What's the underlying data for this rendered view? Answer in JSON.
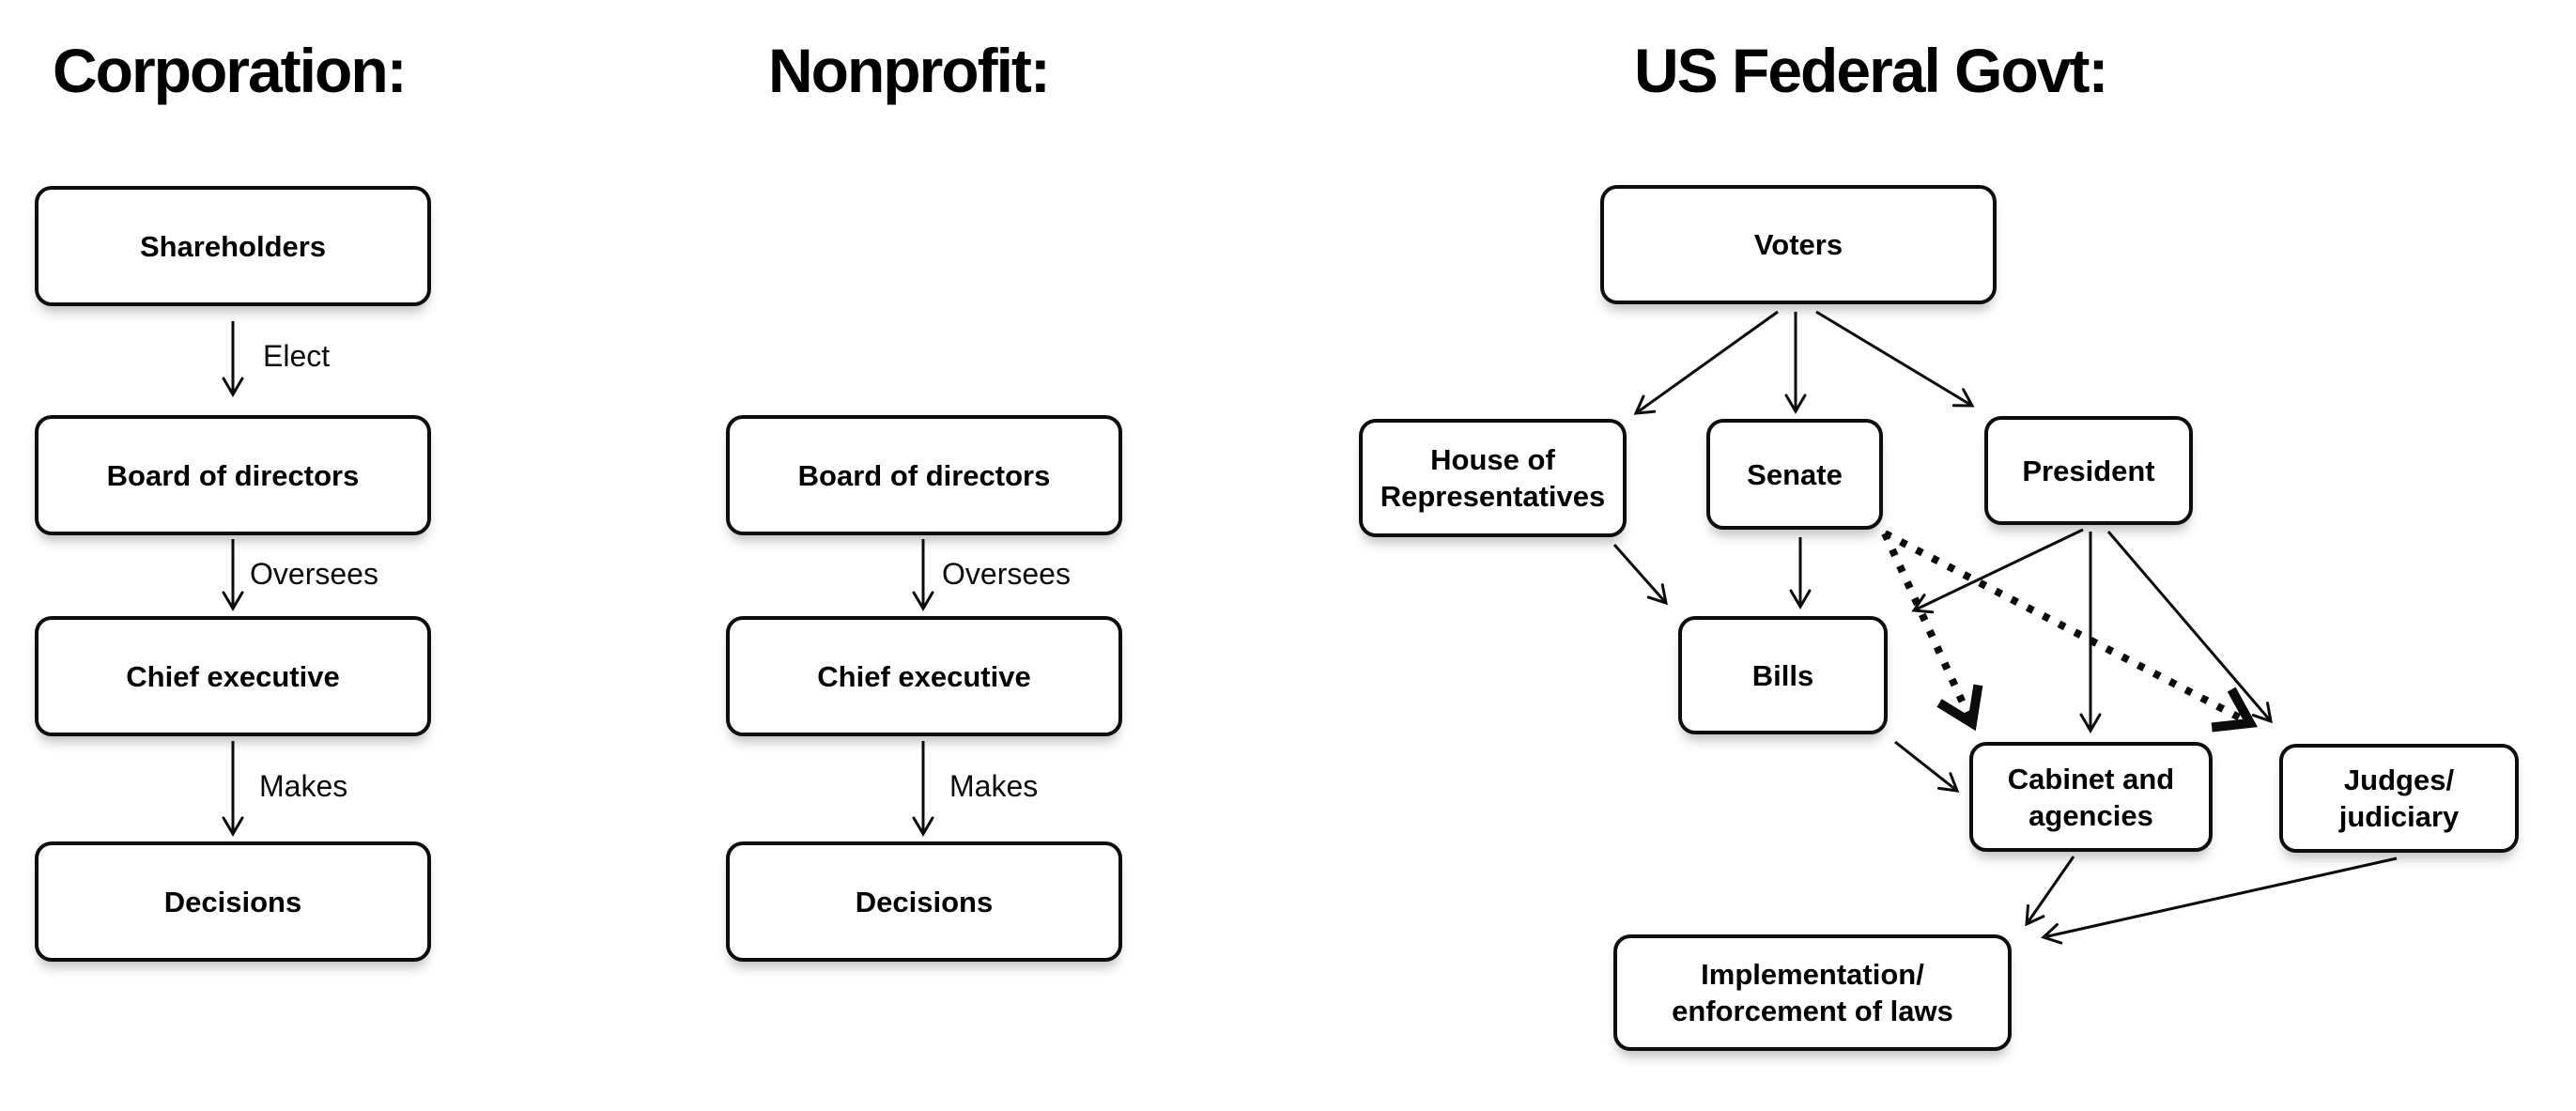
{
  "canvas": {
    "background_color": "#ffffff",
    "line_color": "#0b0b0b",
    "box_fill": "#ffffff",
    "box_border_color": "#0d0d0d"
  },
  "corporation": {
    "title": "Corporation:",
    "nodes": {
      "shareholders": "Shareholders",
      "board": "Board of directors",
      "chief": "Chief executive",
      "decisions": "Decisions"
    },
    "edge_labels": {
      "elect": "Elect",
      "oversees": "Oversees",
      "makes": "Makes"
    },
    "edges": [
      {
        "from": "Shareholders",
        "to": "Board of directors",
        "label": "Elect",
        "style": "solid"
      },
      {
        "from": "Board of directors",
        "to": "Chief executive",
        "label": "Oversees",
        "style": "solid"
      },
      {
        "from": "Chief executive",
        "to": "Decisions",
        "label": "Makes",
        "style": "solid"
      }
    ]
  },
  "nonprofit": {
    "title": "Nonprofit:",
    "nodes": {
      "board": "Board of directors",
      "chief": "Chief executive",
      "decisions": "Decisions"
    },
    "edge_labels": {
      "oversees": "Oversees",
      "makes": "Makes"
    },
    "edges": [
      {
        "from": "Board of directors",
        "to": "Chief executive",
        "label": "Oversees",
        "style": "solid"
      },
      {
        "from": "Chief executive",
        "to": "Decisions",
        "label": "Makes",
        "style": "solid"
      }
    ]
  },
  "us_federal_govt": {
    "title": "US Federal Govt:",
    "nodes": {
      "voters": "Voters",
      "house": "House of\nRepresentatives",
      "senate": "Senate",
      "president": "President",
      "bills": "Bills",
      "cabinet": "Cabinet and\nagencies",
      "judges": "Judges/\njudiciary",
      "implementation": "Implementation/\nenforcement of laws"
    },
    "edges": [
      {
        "from": "Voters",
        "to": "House of Representatives",
        "style": "solid"
      },
      {
        "from": "Voters",
        "to": "Senate",
        "style": "solid"
      },
      {
        "from": "Voters",
        "to": "President",
        "style": "solid"
      },
      {
        "from": "House of Representatives",
        "to": "Bills",
        "style": "solid"
      },
      {
        "from": "Senate",
        "to": "Bills",
        "style": "solid"
      },
      {
        "from": "President",
        "to": "Bills",
        "style": "solid"
      },
      {
        "from": "President",
        "to": "Cabinet and agencies",
        "style": "solid"
      },
      {
        "from": "President",
        "to": "Judges/judiciary",
        "style": "solid"
      },
      {
        "from": "Senate",
        "to": "Cabinet and agencies",
        "style": "dotted"
      },
      {
        "from": "Senate",
        "to": "Judges/judiciary",
        "style": "dotted"
      },
      {
        "from": "Bills",
        "to": "Cabinet and agencies",
        "style": "solid"
      },
      {
        "from": "Cabinet and agencies",
        "to": "Implementation/enforcement of laws",
        "style": "solid"
      },
      {
        "from": "Judges/judiciary",
        "to": "Implementation/enforcement of laws",
        "style": "solid"
      }
    ]
  }
}
